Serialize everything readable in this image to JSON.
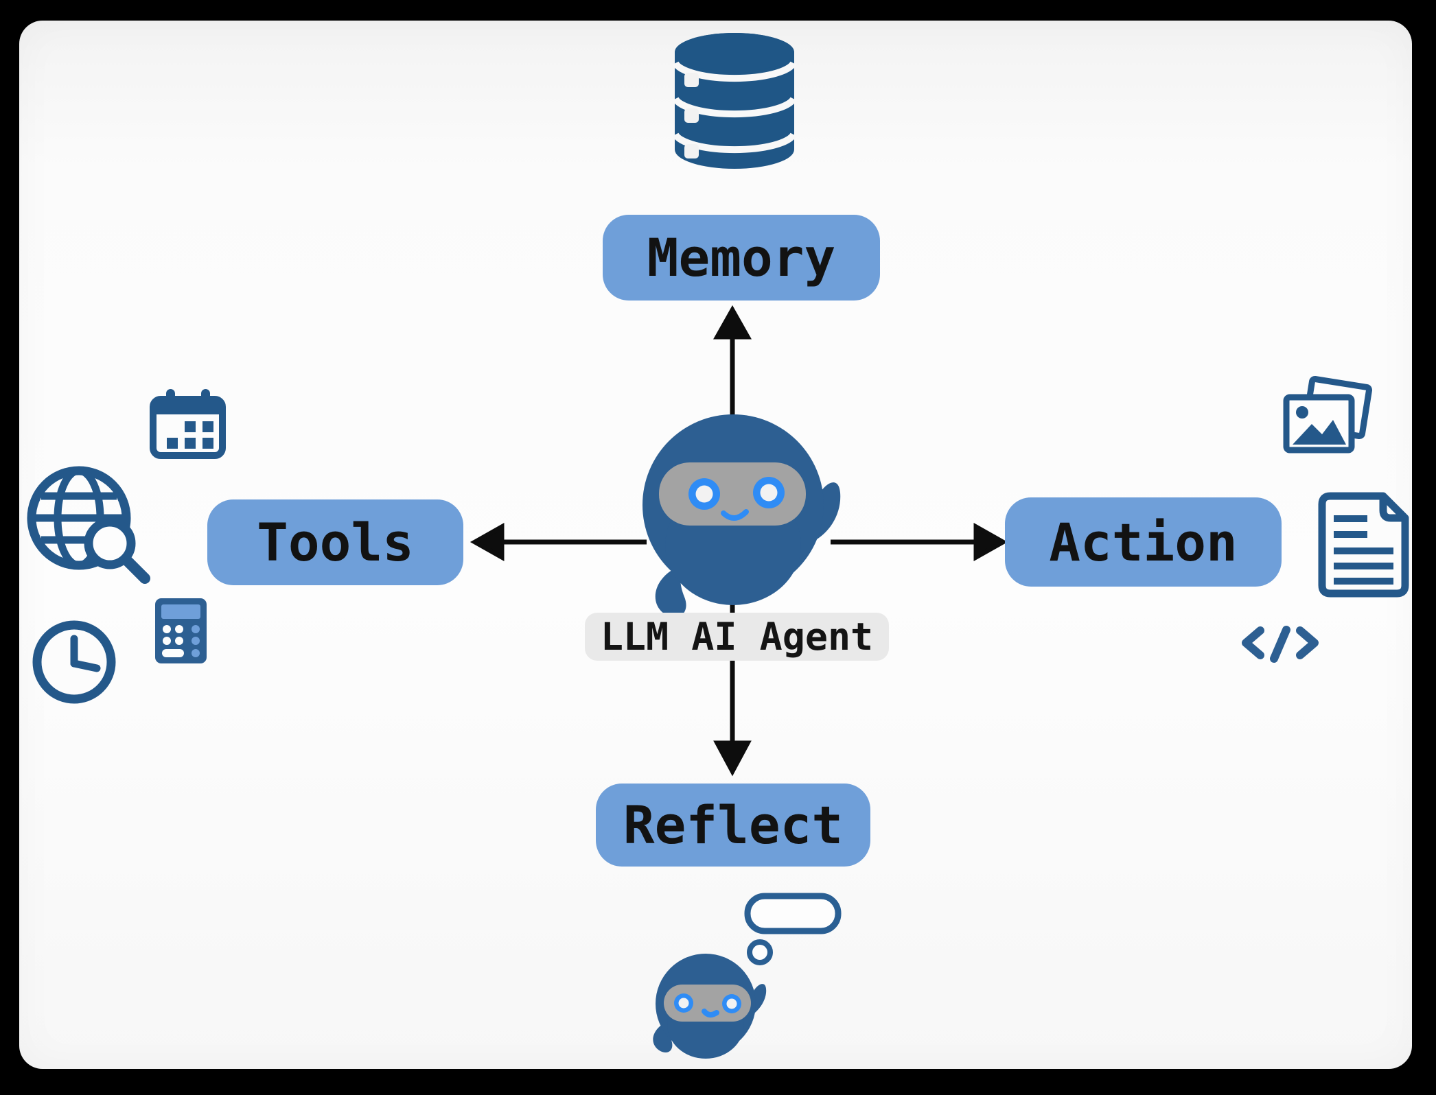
{
  "frame": {
    "background": "#000000",
    "card_background": "#fbfbfb"
  },
  "colors": {
    "icon_blue": "#24588a",
    "robot_blue": "#2d5f92",
    "pill_blue": "#6f9fd9",
    "eye_blue": "#2f8cf5",
    "visor_gray": "#a3a3a3",
    "label_gray": "#e9e9e9",
    "arrow_black": "#0d0d0d",
    "text_black": "#121212"
  },
  "center": {
    "label": "LLM AI Agent",
    "mascot": "robot-mascot",
    "thinking_mascot": "thinking-robot-mascot with thought-bubble"
  },
  "nodes": {
    "memory": {
      "label": "Memory",
      "direction": "up",
      "icon": "database-icon"
    },
    "tools": {
      "label": "Tools",
      "direction": "left",
      "icons": [
        "calendar-icon",
        "globe-search-icon",
        "clock-icon",
        "calculator-icon"
      ]
    },
    "action": {
      "label": "Action",
      "direction": "right",
      "icons": [
        "photos-icon",
        "document-icon",
        "code-icon"
      ]
    },
    "reflect": {
      "label": "Reflect",
      "direction": "down",
      "icon": "thinking-robot"
    }
  }
}
